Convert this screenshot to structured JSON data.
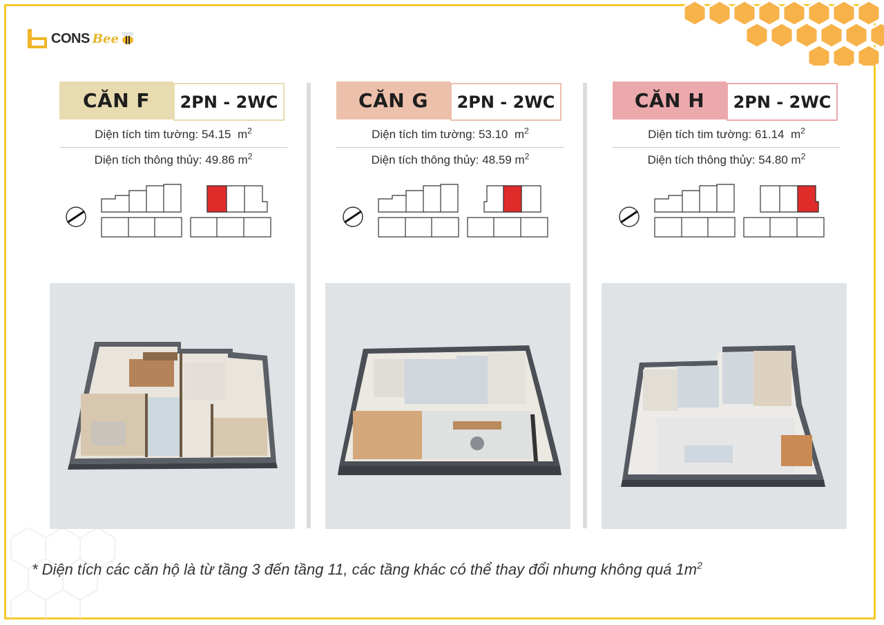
{
  "brand": {
    "mark": "b",
    "name": "CONS",
    "sub": "Bee"
  },
  "colors": {
    "frame": "#f5c928",
    "honeycomb": "#f2a43a",
    "selected_unit": "#e02b2b",
    "unit_f": "#e8dbb0",
    "unit_g": "#ecc0ab",
    "unit_h": "#eca9ac"
  },
  "units": [
    {
      "name": "CĂN F",
      "type": "2PN - 2WC",
      "wall_area_label": "Diện tích tim tường: 54.15",
      "wall_area_unit": "m",
      "clear_area_label": "Diện tích thông thủy: 49.86",
      "clear_area_unit": "m",
      "superscript": "2",
      "selected_slot": 0,
      "render_icon": "floor-plan-3d"
    },
    {
      "name": "CĂN G",
      "type": "2PN - 2WC",
      "wall_area_label": "Diện tích tim tường: 53.10",
      "wall_area_unit": "m",
      "clear_area_label": "Diện tích thông thủy: 48.59",
      "clear_area_unit": "m",
      "superscript": "2",
      "selected_slot": 1,
      "render_icon": "floor-plan-3d"
    },
    {
      "name": "CĂN H",
      "type": "2PN - 2WC",
      "wall_area_label": "Diện tích tim tường: 61.14",
      "wall_area_unit": "m",
      "clear_area_label": "Diện tích thông thủy: 54.80",
      "clear_area_unit": "m",
      "superscript": "2",
      "selected_slot": 2,
      "render_icon": "floor-plan-3d"
    }
  ],
  "footnote": {
    "text": "* Diện tích các căn hộ là từ tầng 3 đến tầng 11, các tầng khác có thể thay đổi nhưng không quá 1m",
    "superscript": "2"
  }
}
